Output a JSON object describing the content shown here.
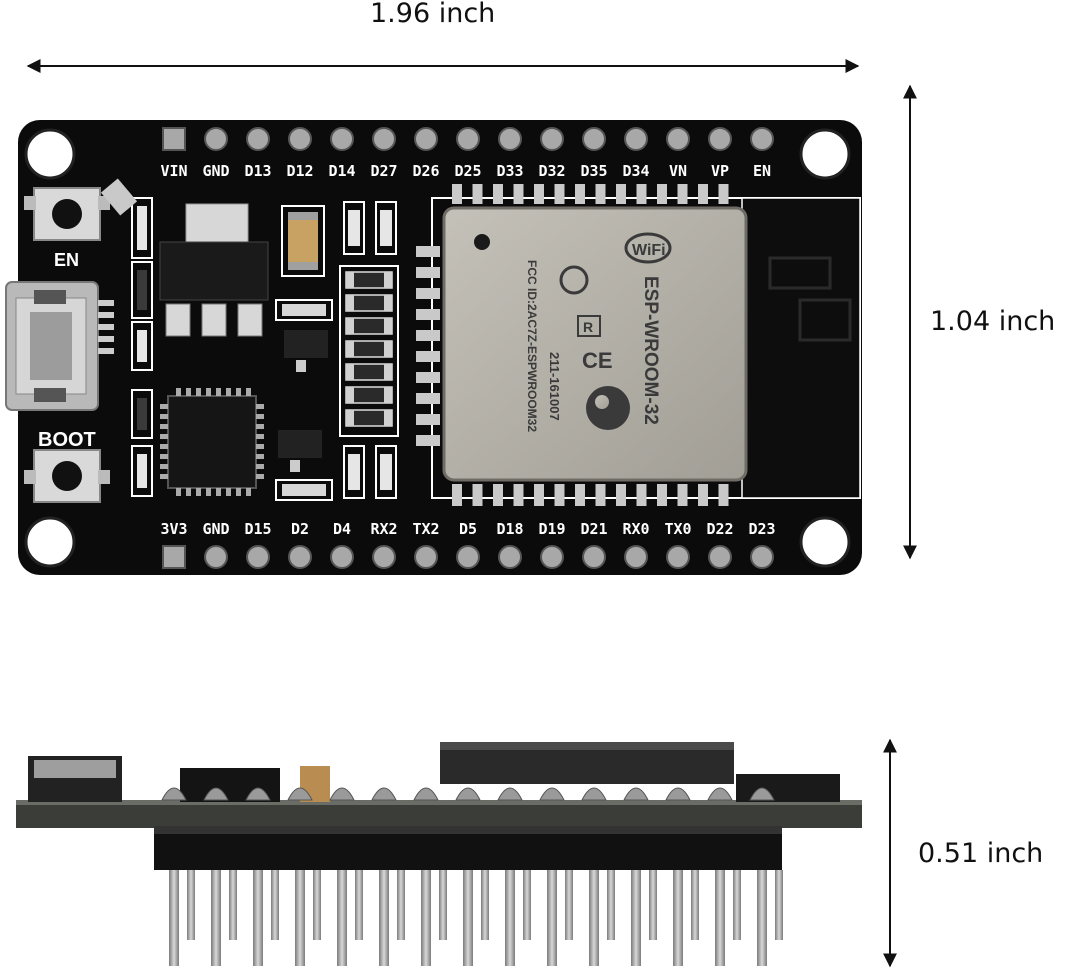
{
  "dimensions": {
    "width_label": "1.96 inch",
    "height_label": "1.04 inch",
    "thickness_label": "0.51 inch"
  },
  "board": {
    "top_pins": [
      "VIN",
      "GND",
      "D13",
      "D12",
      "D14",
      "D27",
      "D26",
      "D25",
      "D33",
      "D32",
      "D35",
      "D34",
      "VN",
      "VP",
      "EN"
    ],
    "bottom_pins": [
      "3V3",
      "GND",
      "D15",
      "D2",
      "D4",
      "RX2",
      "TX2",
      "D5",
      "D18",
      "D19",
      "D21",
      "RX0",
      "TX0",
      "D22",
      "D23"
    ],
    "buttons": {
      "en": "EN",
      "boot": "BOOT"
    },
    "module": {
      "name": "ESP-WROOM-32",
      "fcc_id": "FCC ID:2AC7Z-ESPWROOM32",
      "cert_code": "211-161007",
      "r_mark": "R",
      "ce_mark": "CE",
      "wifi_logo": "WiFi"
    },
    "colors": {
      "pcb": "#0b0b0b",
      "silk": "#ffffff",
      "shield": "#b5b2aa",
      "pin": "#8d8d8d"
    }
  }
}
